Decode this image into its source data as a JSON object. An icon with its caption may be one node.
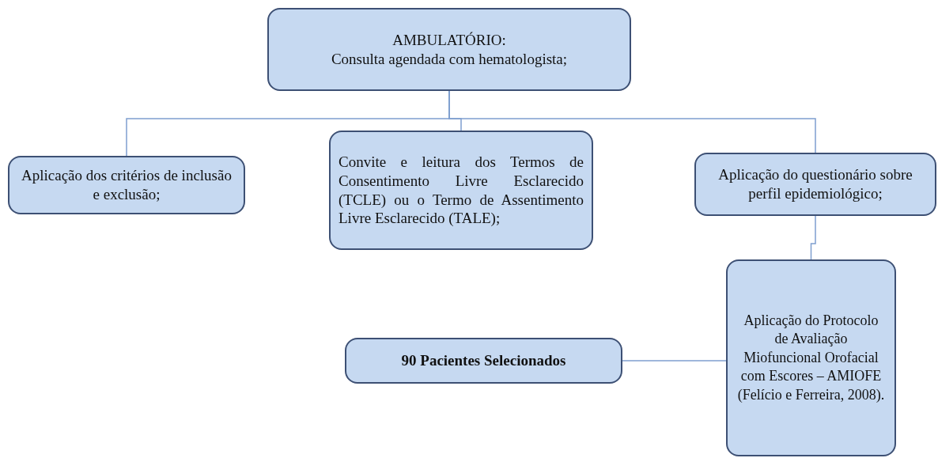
{
  "diagram": {
    "nodes": [
      {
        "text": [
          "AMBULATÓRIO:",
          "Consulta agendada com hematologista;"
        ]
      },
      {
        "text": [
          "Aplicação dos critérios de inclusão e exclusão;"
        ]
      },
      {
        "text": [
          "Convite e leitura dos Termos de Consentimento Livre Esclarecido (TCLE) ou o Termo de Assentimento Livre Esclarecido (TALE);"
        ]
      },
      {
        "text": [
          "Aplicação do questionário sobre perfil epidemiológico;"
        ]
      },
      {
        "text": [
          "Aplicação do Protocolo de Avaliação Miofuncional Orofacial com Escores – AMIOFE (Felício e Ferreira, 2008)."
        ]
      },
      {
        "text": [
          "90 Pacientes Selecionados"
        ]
      }
    ],
    "edges": [
      {
        "from": 0,
        "to": 1,
        "arrow": "none"
      },
      {
        "from": 0,
        "to": 2,
        "arrow": "none"
      },
      {
        "from": 0,
        "to": 3,
        "arrow": "none"
      },
      {
        "from": 3,
        "to": 4,
        "arrow": "none"
      },
      {
        "from": 4,
        "to": 5,
        "arrow": "none"
      }
    ]
  }
}
